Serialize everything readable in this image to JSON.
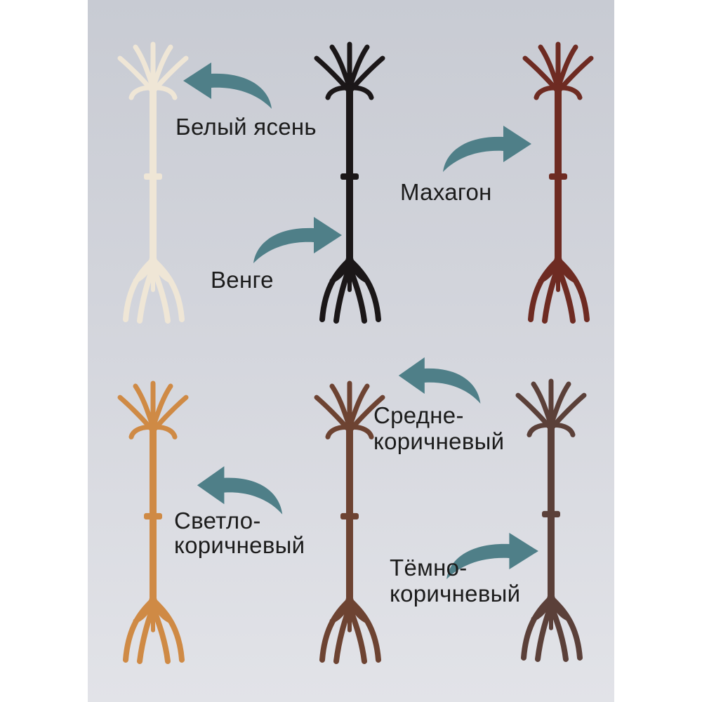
{
  "labels": {
    "white_ash": "Белый ясень",
    "wenge": "Венге",
    "mahogany": "Махагон",
    "medium_brown_1": "Средне-",
    "medium_brown_2": "коричневый",
    "light_brown_1": "Светло-",
    "light_brown_2": "коричневый",
    "dark_brown_1": "Тёмно-",
    "dark_brown_2": "коричневый"
  },
  "colors": {
    "white_ash": "#efe6d6",
    "wenge": "#1b1718",
    "mahogany": "#6e2b22",
    "light_brown": "#cf8a45",
    "medium_brown": "#6d4332",
    "dark_brown": "#5b4039",
    "arrow": "#4f7f88"
  }
}
